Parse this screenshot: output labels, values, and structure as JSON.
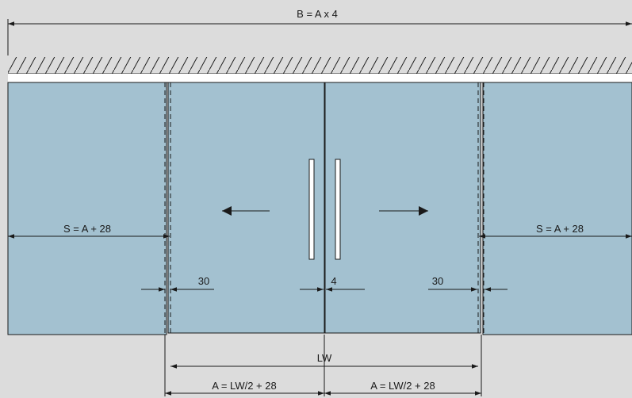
{
  "colors": {
    "background": "#dcdcdc",
    "glass": "#a3c1d0",
    "line": "#1a1a1a",
    "rail": "#ffffff"
  },
  "labels": {
    "total_width": "B = A x 4",
    "side_left": "S = A + 28",
    "side_right": "S = A + 28",
    "gap_left": "30",
    "gap_center": "4",
    "gap_right": "30",
    "opening": "LW",
    "leaf_left": "A = LW/2 + 28",
    "leaf_right": "A = LW/2 + 28"
  },
  "icons": {
    "left_arrow": "arrow-left-icon",
    "right_arrow": "arrow-right-icon"
  }
}
